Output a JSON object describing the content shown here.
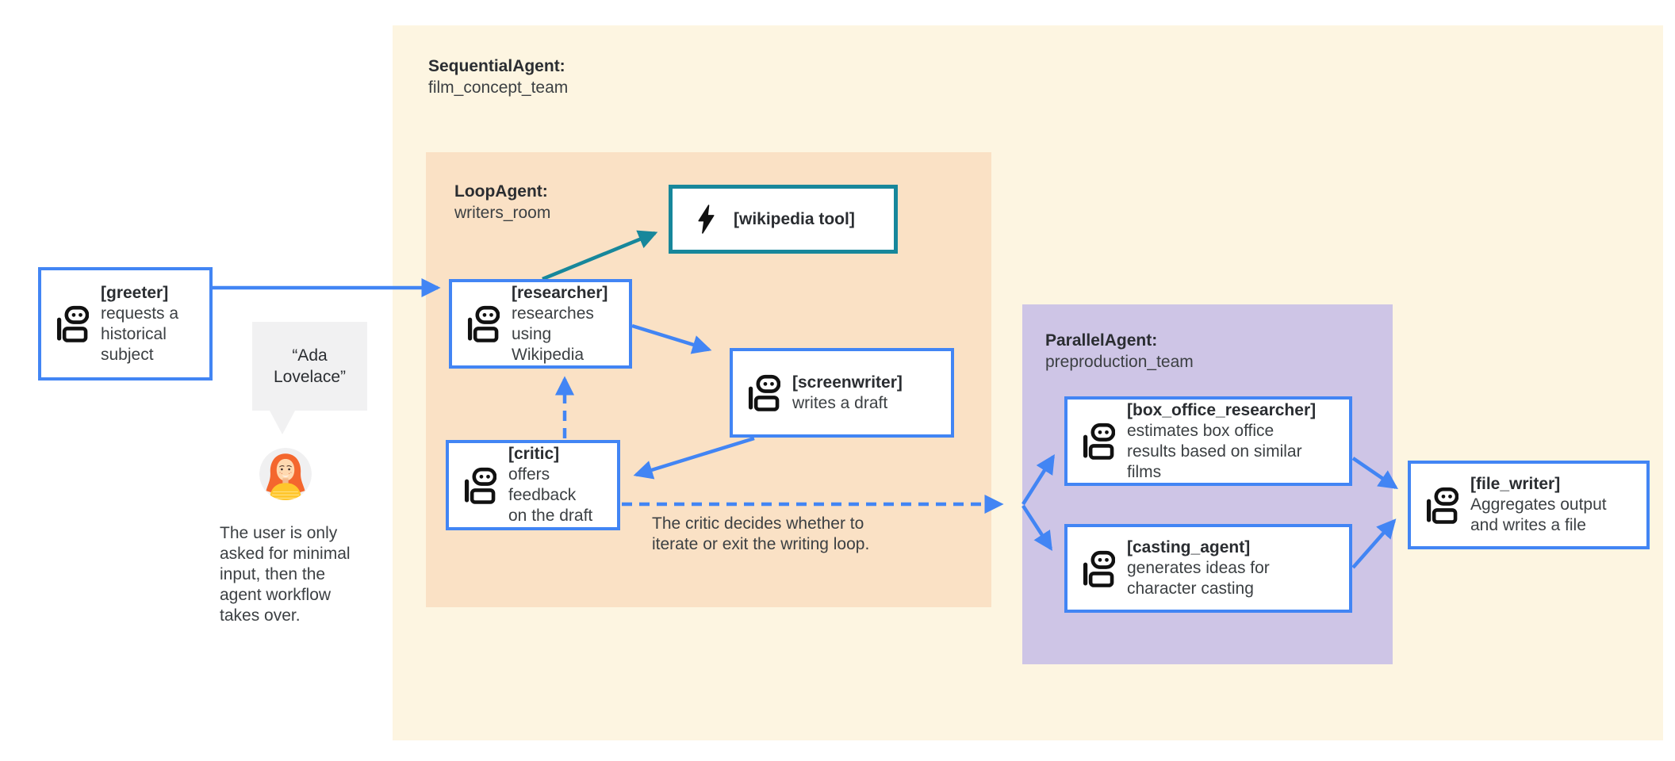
{
  "colors": {
    "blue": "#4285F4",
    "teal": "#17879B",
    "yellow_bg": "#FDF5E1",
    "orange_bg": "#FAE1C5",
    "purple_bg": "#CEC5E6",
    "card_bg": "#FFFFFF",
    "text": "#3C4043",
    "name_text": "#2A2D31",
    "bubble_bg": "#F1F1F2",
    "icon": "#111111",
    "page_bg": "#FFFFFF"
  },
  "groups": {
    "sequential": {
      "title": "SequentialAgent:",
      "subtitle": "film_concept_team"
    },
    "loop": {
      "title": "LoopAgent:",
      "subtitle": "writers_room"
    },
    "parallel": {
      "title": "ParallelAgent:",
      "subtitle": "preproduction_team"
    }
  },
  "agents": {
    "greeter": {
      "name": "[greeter]",
      "desc": "requests a\nhistorical\nsubject"
    },
    "researcher": {
      "name": "[researcher]",
      "desc": "researches using\nWikipedia"
    },
    "wikipedia_tool": {
      "name": "[wikipedia tool]"
    },
    "screenwriter": {
      "name": "[screenwriter]",
      "desc": "writes a draft"
    },
    "critic": {
      "name": "[critic]",
      "desc": "offers feedback\non the draft"
    },
    "box_office_researcher": {
      "name": "[box_office_researcher]",
      "desc": "estimates box office\nresults based on similar\nfilms"
    },
    "casting_agent": {
      "name": "[casting_agent]",
      "desc": "generates ideas for\ncharacter casting"
    },
    "file_writer": {
      "name": "[file_writer]",
      "desc": "Aggregates output\nand writes a file"
    }
  },
  "annotations": {
    "user_quote": "“Ada\nLovelace”",
    "user_note": "The user is only\nasked for minimal\ninput, then the\nagent workflow\ntakes over.",
    "critic_note": "The critic decides whether to\niterate or exit the writing loop."
  }
}
